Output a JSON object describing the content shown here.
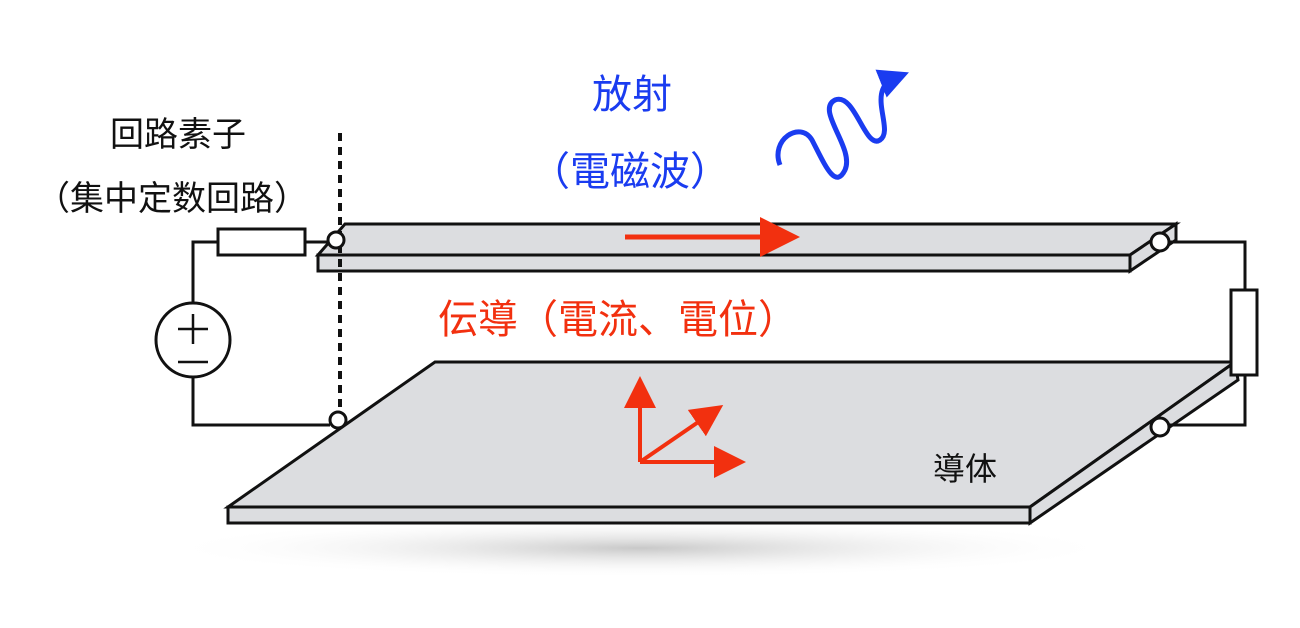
{
  "labels": {
    "circuit_element": "回路素子",
    "lumped_circuit": "（集中定数回路）",
    "radiation": "放射",
    "electromagnetic_wave": "（電磁波）",
    "conduction": "伝導（電流、電位）",
    "conductor": "導体"
  },
  "colors": {
    "blue": "#1a3cf0",
    "red": "#f2300f",
    "plate": "#dcdde0",
    "stroke": "#111111"
  }
}
